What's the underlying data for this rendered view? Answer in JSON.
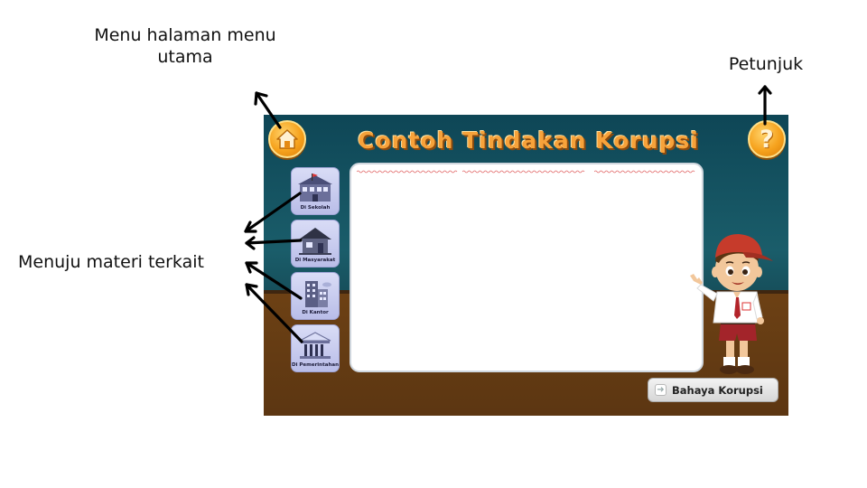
{
  "annotations": {
    "home": [
      "Menu halaman menu",
      "utama"
    ],
    "help": "Petunjuk",
    "materi": "Menuju materi terkait"
  },
  "app": {
    "title": "Contoh Tindakan Korupsi",
    "home_button": {
      "icon": "house-icon"
    },
    "help_button": {
      "icon": "question-icon",
      "glyph": "?"
    },
    "side_menu": [
      {
        "label": "Di Sekolah",
        "icon": "school-icon"
      },
      {
        "label": "Di Masyarakat",
        "icon": "house-icon"
      },
      {
        "label": "Di Kantor",
        "icon": "office-building-icon"
      },
      {
        "label": "Di Pemerintahan",
        "icon": "government-building-icon"
      }
    ],
    "next_button": {
      "label": "Bahaya Korupsi",
      "icon": "arrow-right-icon",
      "glyph": "➜"
    },
    "colors": {
      "title": "#f7a23a",
      "background_top": "#0e4656",
      "floor": "#6d4114",
      "side_button": "#c7cbef",
      "round_button": "#f6a21d"
    }
  }
}
